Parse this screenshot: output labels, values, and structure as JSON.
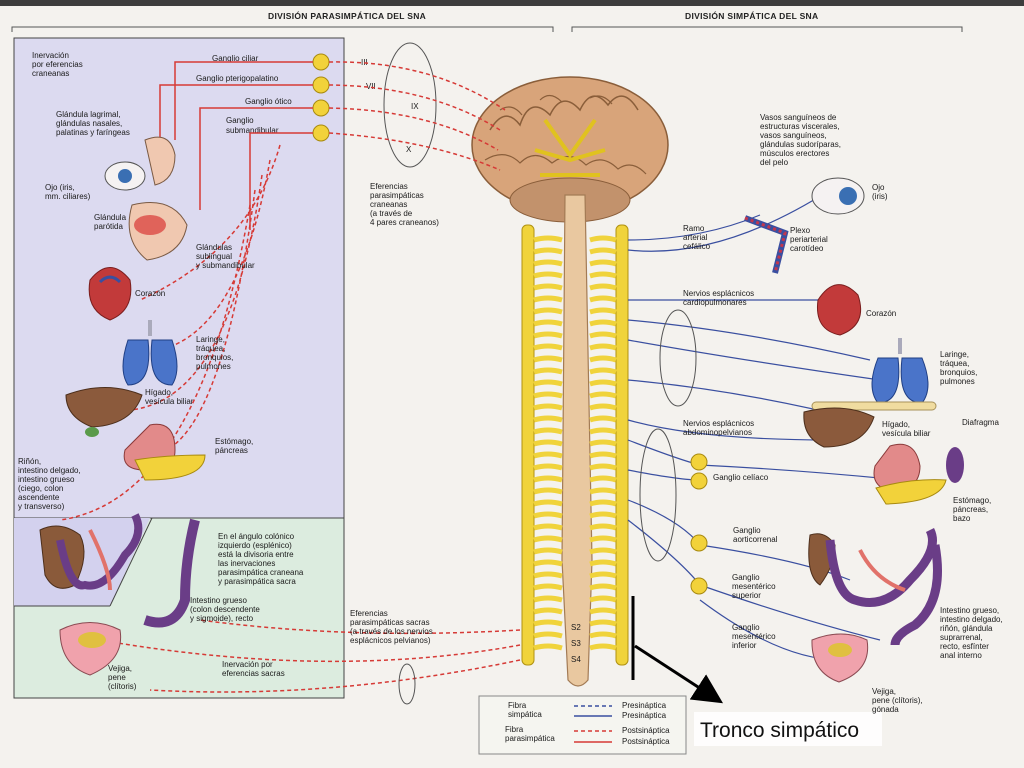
{
  "headers": {
    "left": "DIVISIÓN PARASIMPÁTICA DEL SNA",
    "right": "DIVISIÓN SIMPÁTICA DEL SNA"
  },
  "left_labels": {
    "inervacion_craneal": [
      "Inervación",
      "por eferencias",
      "craneanas"
    ],
    "glandula_lagrimal": [
      "Glándula lagrimal,",
      "glándulas nasales,",
      "palatinas y faríngeas"
    ],
    "ojo": [
      "Ojo (iris,",
      "mm. ciliares)"
    ],
    "parotida": [
      "Glándula",
      "parótida"
    ],
    "sublingual": [
      "Glándulas",
      "sublingual",
      "y submandibular"
    ],
    "corazon": [
      "Corazón"
    ],
    "laringe": [
      "Laringe,",
      "tráquea,",
      "bronquios,",
      "pulmones"
    ],
    "higado": [
      "Hígado,",
      "vesícula biliar"
    ],
    "estomago": [
      "Estómago,",
      "páncreas"
    ],
    "rinon": [
      "Riñón,",
      "intestino delgado,",
      "intestino grueso",
      "(ciego, colon",
      "ascendente",
      "y transverso)"
    ],
    "angulo": [
      "En el ángulo colónico",
      "izquierdo (esplénico)",
      "está la divisoria entre",
      "las inervaciones",
      "parasimpática craneana",
      "y parasimpática sacra"
    ],
    "intestino": [
      "Intestino grueso",
      "(colon descendente",
      "y sigmoide), recto"
    ],
    "inervacion_sacra": [
      "Inervación por",
      "eferencias sacras"
    ],
    "vejiga": [
      "Vejiga,",
      "pene",
      "(clítoris)"
    ]
  },
  "ganglia": [
    "Ganglio ciliar",
    "Ganglio pterigopalatino",
    "Ganglio ótico",
    "Ganglio",
    "submandibular"
  ],
  "cranial_nerves": [
    "III",
    "VII",
    "IX",
    "X"
  ],
  "center_labels": {
    "eferencias_craneanas": [
      "Eferencias",
      "parasimpáticas",
      "craneanas",
      "(a través de",
      "4 pares craneanos)"
    ],
    "eferencias_sacras": [
      "Eferencias",
      "parasimpáticas sacras",
      "(a través de los nervios",
      "esplácnicos pelvianos)"
    ],
    "sacral": [
      "S2",
      "S3",
      "S4"
    ]
  },
  "right_labels": {
    "vasos": [
      "Vasos sanguíneos de",
      "estructuras viscerales,",
      "vasos sanguíneos,",
      "glándulas sudoríparas,",
      "músculos erectores",
      "del pelo"
    ],
    "ojo": [
      "Ojo",
      "(iris)"
    ],
    "ramo": [
      "Ramo",
      "arterial",
      "cefálico"
    ],
    "plexo": [
      "Plexo",
      "periarterial",
      "carotídeo"
    ],
    "nervios_cardio": [
      "Nervios esplácnicos",
      "cardiopulmonares"
    ],
    "corazon": [
      "Corazón"
    ],
    "laringe": [
      "Laringe,",
      "tráquea,",
      "bronquios,",
      "pulmones"
    ],
    "nervios_abdomino": [
      "Nervios esplácnicos",
      "abdominopelvianos"
    ],
    "higado": [
      "Hígado,",
      "vesícula biliar"
    ],
    "diafragma": [
      "Diafragma"
    ],
    "ganglio_celiaco": [
      "Ganglio celíaco"
    ],
    "estomago": [
      "Estómago,",
      "páncreas,",
      "bazo"
    ],
    "ganglio_aortico": [
      "Ganglio",
      "aorticorrenal"
    ],
    "ganglio_msup": [
      "Ganglio",
      "mesentérico",
      "superior"
    ],
    "ganglio_minf": [
      "Ganglio",
      "mesentérico",
      "inferior"
    ],
    "intestino": [
      "Intestino grueso,",
      "intestino delgado,",
      "riñón, glándula",
      "suprarrenal,",
      "recto, esfínter",
      "anal interno"
    ],
    "vejiga": [
      "Vejiga,",
      "pene (clítoris),",
      "gónada"
    ]
  },
  "legend": {
    "simpatica": [
      "Fibra",
      "simpática"
    ],
    "parasimpatica": [
      "Fibra",
      "parasimpática"
    ],
    "items": [
      "Presináptica",
      "Presináptica",
      "Postsináptica",
      "Postsináptica"
    ]
  },
  "annotation": "Tronco simpático",
  "colors": {
    "sympathetic": "#3a4fa0",
    "parasympathetic": "#d63a36",
    "spinal_cord": "#e8c398",
    "ganglion": "#f2d23a",
    "panel_top": "#dedcf0",
    "panel_bottom": "#dfeee2"
  }
}
